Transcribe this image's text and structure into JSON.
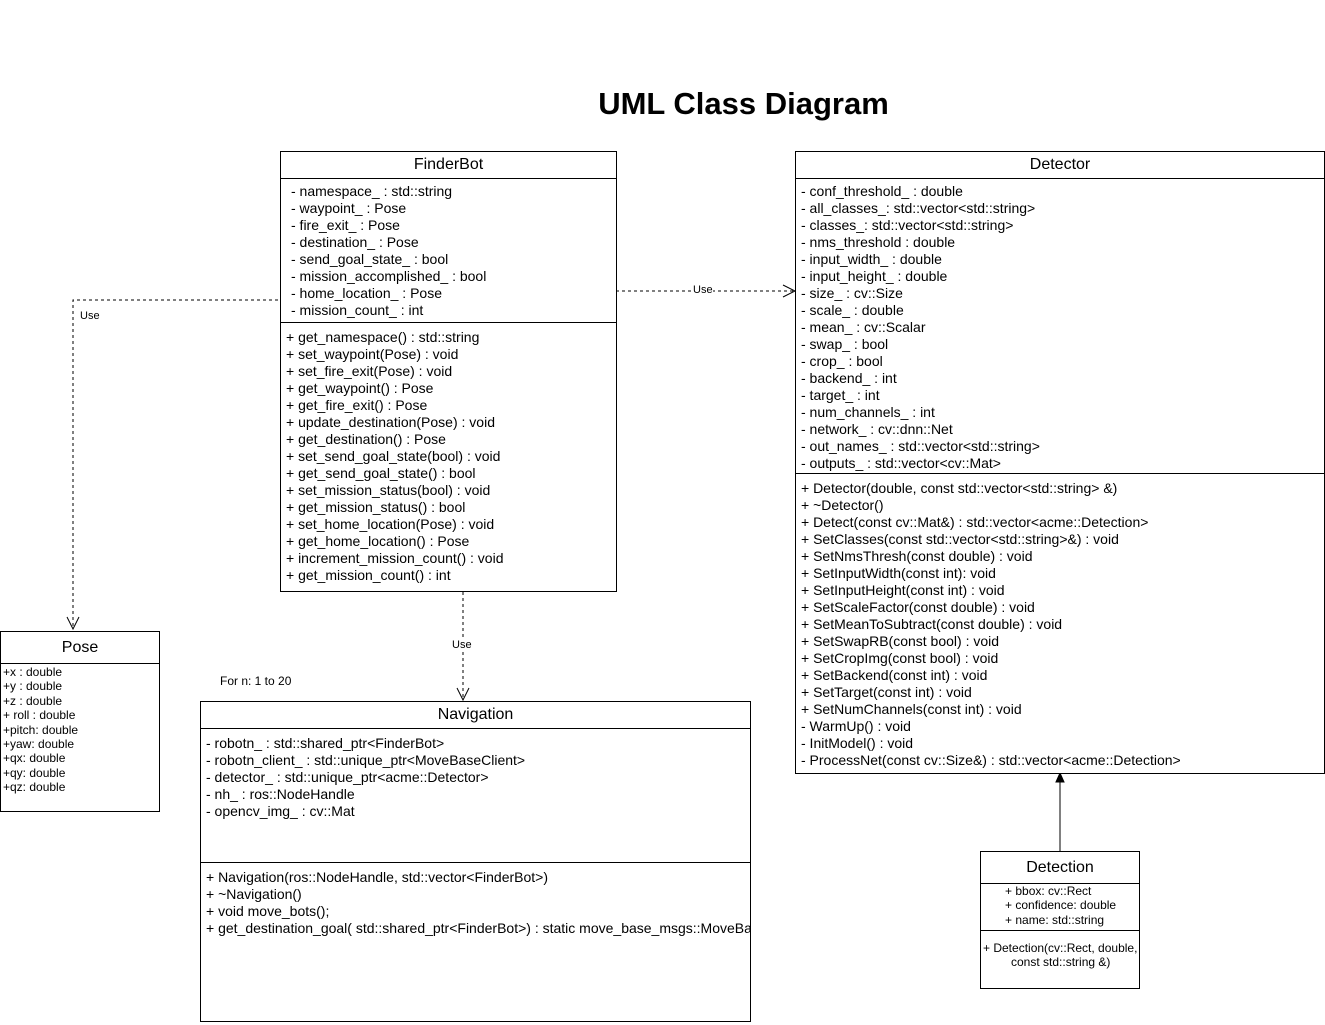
{
  "title": "UML Class Diagram",
  "finderbot": {
    "name": "FinderBot",
    "attributes": [
      "- namespace_ : std::string",
      "- waypoint_ :   Pose",
      "- fire_exit_ : Pose",
      "- destination_ : Pose",
      "- send_goal_state_ : bool",
      "- mission_accomplished_ : bool",
      "- home_location_ : Pose",
      "- mission_count_ : int"
    ],
    "methods": [
      "+ get_namespace() : std::string",
      "+ set_waypoint(Pose) : void",
      "+ set_fire_exit(Pose) : void",
      "+ get_waypoint() : Pose",
      "+ get_fire_exit() : Pose",
      "+ update_destination(Pose) : void",
      "+ get_destination() : Pose",
      "+ set_send_goal_state(bool) : void",
      "+ get_send_goal_state() : bool",
      "+ set_mission_status(bool) : void",
      "+ get_mission_status() : bool",
      "+ set_home_location(Pose) : void",
      "+ get_home_location() : Pose",
      "+ increment_mission_count() : void",
      "+ get_mission_count() : int"
    ]
  },
  "detector": {
    "name": "Detector",
    "attributes": [
      "- conf_threshold_ : double",
      "- all_classes_: std::vector<std::string>",
      "- classes_: std::vector<std::string>",
      "- nms_threshold : double",
      "- input_width_ : double",
      "- input_height_ : double",
      "- size_ : cv::Size",
      "- scale_ : double",
      "- mean_ : cv::Scalar",
      "- swap_ : bool",
      "- crop_ : bool",
      "- backend_ : int",
      "- target_ : int",
      "- num_channels_ : int",
      "- network_ : cv::dnn::Net",
      "- out_names_ : std::vector<std::string>",
      "- outputs_ : std::vector<cv::Mat>"
    ],
    "methods": [
      "+ Detector(double, const std::vector<std::string> &)",
      "+ ~Detector()",
      "+ Detect(const cv::Mat&) : std::vector<acme::Detection>",
      "+ SetClasses(const std::vector<std::string>&) : void",
      "+ SetNmsThresh(const double) : void",
      "+ SetInputWidth(const int): void",
      "+ SetInputHeight(const int) : void",
      "+ SetScaleFactor(const double) : void",
      "+ SetMeanToSubtract(const double) : void",
      "+ SetSwapRB(const bool) : void",
      "+ SetCropImg(const bool) : void",
      "+ SetBackend(const int) : void",
      "+ SetTarget(const int) : void",
      "+ SetNumChannels(const int) : void",
      "- WarmUp() : void",
      "- InitModel() : void",
      "- ProcessNet(const cv::Size&) : std::vector<acme::Detection>"
    ]
  },
  "pose": {
    "name": "Pose",
    "attributes": [
      "+x : double",
      "+y : double",
      "+z : double",
      "+ roll : double",
      "+pitch: double",
      "+yaw: double",
      "+qx: double",
      "+qy: double",
      "+qz: double"
    ]
  },
  "navigation": {
    "name": "Navigation",
    "attributes": [
      "- robotn_ : std::shared_ptr<FinderBot>",
      "- robotn_client_ : std::unique_ptr<MoveBaseClient>",
      "- detector_ : std::unique_ptr<acme::Detector>",
      "- nh_ : ros::NodeHandle",
      "- opencv_img_ : cv::Mat"
    ],
    "methods": [
      "+ Navigation(ros::NodeHandle, std::vector<FinderBot>)",
      "+ ~Navigation()",
      "+ void move_bots();",
      "+ get_destination_goal( std::shared_ptr<FinderBot>) : static move_base_msgs::MoveBaseGoal"
    ]
  },
  "detection": {
    "name": "Detection",
    "attributes": [
      "+ bbox: cv::Rect",
      "+ confidence: double",
      "+ name: std::string"
    ],
    "methods": [
      "+ Detection(cv::Rect, double,",
      "const std::string &)"
    ]
  },
  "connectors": {
    "use_label_detector": "Use",
    "use_label_pose": "Use",
    "use_label_navigation": "Use",
    "multiplicity_note": "For n: 1 to 20"
  }
}
